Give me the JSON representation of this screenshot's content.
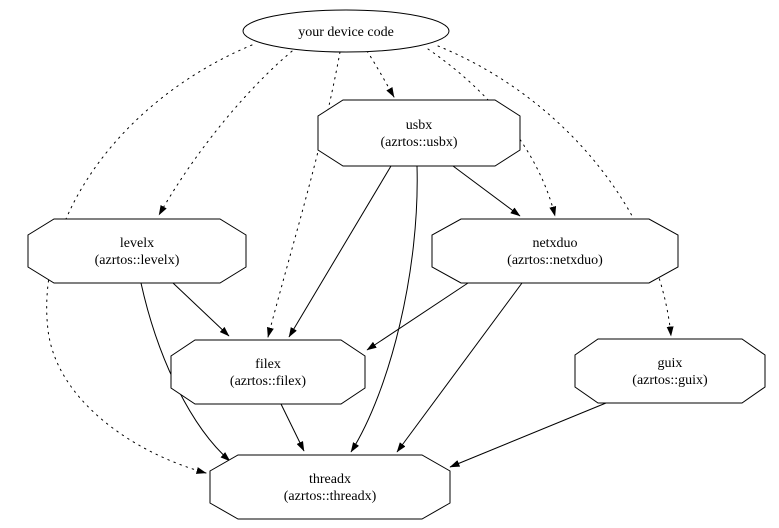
{
  "diagram": {
    "background_color": "#ffffff",
    "stroke_color": "#000000",
    "nodes": {
      "device": {
        "label": "your device code",
        "shape": "ellipse"
      },
      "usbx": {
        "name": "usbx",
        "package": "(azrtos::usbx)",
        "shape": "octagon"
      },
      "levelx": {
        "name": "levelx",
        "package": "(azrtos::levelx)",
        "shape": "octagon"
      },
      "netxduo": {
        "name": "netxduo",
        "package": "(azrtos::netxduo)",
        "shape": "octagon"
      },
      "filex": {
        "name": "filex",
        "package": "(azrtos::filex)",
        "shape": "octagon"
      },
      "guix": {
        "name": "guix",
        "package": "(azrtos::guix)",
        "shape": "octagon"
      },
      "threadx": {
        "name": "threadx",
        "package": "(azrtos::threadx)",
        "shape": "octagon"
      }
    },
    "edges": [
      {
        "from": "your device code",
        "to": "usbx",
        "style": "dotted"
      },
      {
        "from": "your device code",
        "to": "levelx",
        "style": "dotted"
      },
      {
        "from": "your device code",
        "to": "netxduo",
        "style": "dotted"
      },
      {
        "from": "your device code",
        "to": "filex",
        "style": "dotted"
      },
      {
        "from": "your device code",
        "to": "guix",
        "style": "dotted"
      },
      {
        "from": "your device code",
        "to": "threadx",
        "style": "dotted"
      },
      {
        "from": "usbx",
        "to": "netxduo",
        "style": "solid"
      },
      {
        "from": "usbx",
        "to": "filex",
        "style": "solid"
      },
      {
        "from": "usbx",
        "to": "threadx",
        "style": "solid"
      },
      {
        "from": "levelx",
        "to": "filex",
        "style": "solid"
      },
      {
        "from": "levelx",
        "to": "threadx",
        "style": "solid"
      },
      {
        "from": "netxduo",
        "to": "filex",
        "style": "solid"
      },
      {
        "from": "netxduo",
        "to": "threadx",
        "style": "solid"
      },
      {
        "from": "filex",
        "to": "threadx",
        "style": "solid"
      },
      {
        "from": "guix",
        "to": "threadx",
        "style": "solid"
      }
    ]
  }
}
